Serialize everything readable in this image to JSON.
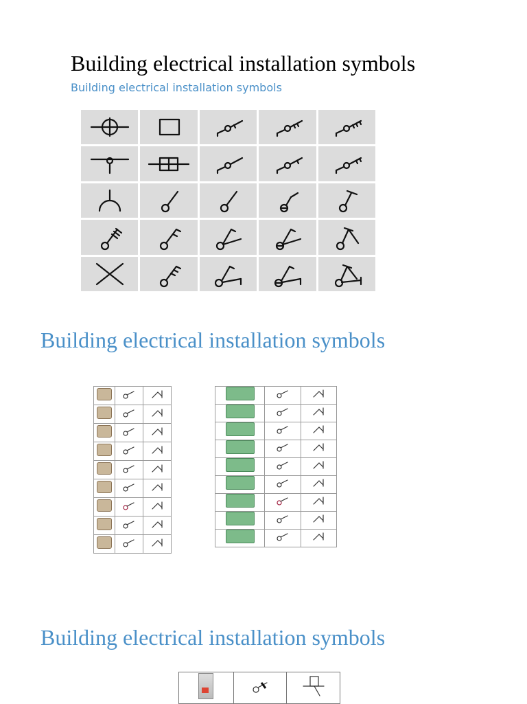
{
  "document": {
    "title": "Building electrical installation symbols",
    "subtitle": "Building electrical installation symbols",
    "heading_2": "Building electrical installation symbols",
    "heading_3": "Building electrical installation symbols"
  },
  "symbol_grid": {
    "rows": [
      [
        "lamp-circle-cross-symbol",
        "box-symbol",
        "switch-1pole-symbol",
        "switch-2pole-symbol",
        "switch-3pole-symbol"
      ],
      [
        "lamp-wall-symbol",
        "fluorescent-symbol",
        "switch-1pole-symbol",
        "switch-2pole-symbol",
        "switch-3pole-symbol"
      ],
      [
        "socket-arc-symbol",
        "switch-simple-symbol",
        "switch-simple-symbol",
        "switch-ip-symbol",
        "pull-switch-symbol"
      ],
      [
        "socket-hatched-symbol",
        "switch-double-symbol",
        "switch-two-way-symbol",
        "switch-two-way-ip-symbol",
        "pull-two-way-symbol"
      ],
      [
        "cross-symbol",
        "switch-triple-symbol",
        "switch-multi-symbol",
        "switch-multi-ip-symbol",
        "pull-multi-symbol"
      ]
    ]
  },
  "left_table": {
    "rows": 9
  },
  "right_table": {
    "rows": 9
  }
}
